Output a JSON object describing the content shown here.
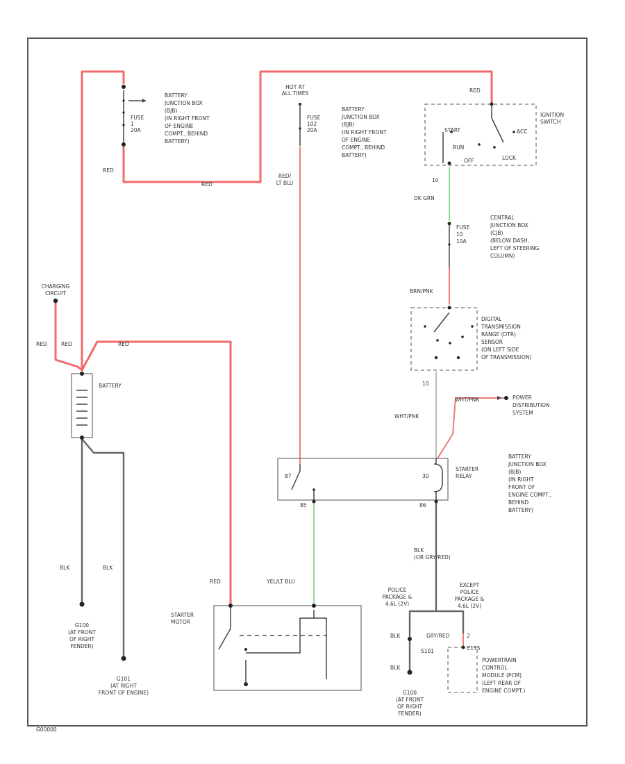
{
  "labels": {
    "battery_jb_1": [
      "BATTERY",
      "JUNCTION BOX",
      "(BJB)",
      "(IN RIGHT FRONT",
      "OF ENGINE",
      "COMPT., BEHIND",
      "BATTERY)"
    ],
    "fuse_1": [
      "FUSE",
      "1",
      "20A"
    ],
    "hot_at_all_times": [
      "HOT AT",
      "ALL TIMES"
    ],
    "fuse_102": [
      "FUSE",
      "102",
      "20A"
    ],
    "battery_jb_2": [
      "BATTERY",
      "JUNCTION BOX",
      "(BJB)",
      "(IN RIGHT FRONT",
      "OF ENGINE",
      "COMPT., BEHIND",
      "BATTERY)"
    ],
    "ignition_switch": [
      "IGNITION",
      "SWITCH"
    ],
    "ign_start": "START",
    "ign_acc": "ACC",
    "ign_run": "RUN",
    "ign_lock": "LOCK",
    "ign_off": "OFF",
    "wire_red_ign": "RED",
    "wire_red_fuse1": "RED",
    "wire_red_mid": "RED",
    "wire_red_ltblu": [
      "RED/",
      "LT BLU"
    ],
    "wire_dk_grn": "DK GRN",
    "connector_10_a": "10",
    "central_jb": [
      "CENTRAL",
      "JUNCTION BOX",
      "(CJB)",
      "(BELOW DASH,",
      "LEFT OF STEERING",
      "COLUMN)"
    ],
    "fuse_10": [
      "FUSE",
      "10",
      "10A"
    ],
    "wire_brn_pnk": "BRN/PNK",
    "dtr_sensor": [
      "DIGITAL",
      "TRANSMISSION",
      "RANGE (DTR)",
      "SENSOR",
      "(ON LEFT SIDE",
      "OF TRANSMISSION)"
    ],
    "connector_10_b": "10",
    "charging_circuit": [
      "CHARGING",
      "CIRCUIT"
    ],
    "wire_red_1": "RED",
    "wire_red_2": "RED",
    "wire_red_3": "RED",
    "battery": "BATTERY",
    "wire_wht_pnk_1": "WHT/PNK",
    "wire_wht_pnk_2": "WHT/PNK",
    "power_distribution": [
      "POWER",
      "DISTRIBUTION",
      "SYSTEM"
    ],
    "starter_relay": [
      "STARTER",
      "RELAY"
    ],
    "battery_jb_3": [
      "BATTERY",
      "JUNCTION BOX",
      "(BJB)",
      "(IN RIGHT",
      "FRONT OF",
      "ENGINE COMPT.,",
      "BEHIND",
      "BATTERY)"
    ],
    "relay_pin_87": "87",
    "relay_pin_30": "30",
    "relay_pin_85": "85",
    "relay_pin_86": "86",
    "wire_blk_1": "BLK",
    "wire_blk_2": "BLK",
    "wire_blk_or_gry": [
      "BLK",
      "(OR GRY/RED)"
    ],
    "wire_red_starter": "RED",
    "wire_yel_lt_blu": "YEL/LT BLU",
    "starter_motor": [
      "STARTER",
      "MOTOR"
    ],
    "g100": [
      "G100",
      "(AT FRONT",
      "OF RIGHT",
      "FENDER)"
    ],
    "g101": [
      "G101",
      "(AT RIGHT",
      "FRONT OF ENGINE)"
    ],
    "police_package": [
      "POLICE",
      "PACKAGE &",
      "4.6L (2V)"
    ],
    "except_police": [
      "EXCEPT",
      "POLICE",
      "PACKAGE &",
      "4.6L (2V)"
    ],
    "wire_blk_3": "BLK",
    "s101": "S101",
    "wire_blk_4": "BLK",
    "g100_b": [
      "G100",
      "(AT FRONT",
      "OF RIGHT",
      "FENDER)"
    ],
    "wire_gry_red": "GRY/RED",
    "pin_2": "2",
    "pcm_connector": "C175",
    "pcm": [
      "POWERTRAIN",
      "CONTROL",
      "MODULE (PCM)",
      "(LEFT REAR OF",
      "ENGINE COMPT.)"
    ],
    "figure_id": "G00000"
  }
}
